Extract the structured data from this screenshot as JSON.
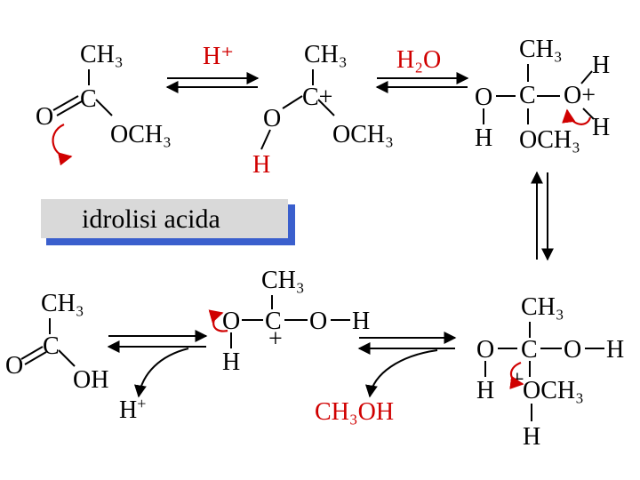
{
  "colors": {
    "text": "#000000",
    "reagent": "#d00000",
    "arrow": "#d00000",
    "box_fill": "#d9d9d9",
    "box_shadow": "#3a5fcd"
  },
  "title": "idrolisi acida",
  "reagents": {
    "h_plus_top": "H⁺",
    "water": "H₂O",
    "h_plus_bottom": "H",
    "h_plus_bottom_sup": "+",
    "methanol": "CH₃OH"
  },
  "atoms": {
    "ch3": "CH₃",
    "c": "C",
    "c_plus": "C+",
    "o": "O",
    "o_plus": "O+",
    "och3": "OCH₃",
    "oh": "OH",
    "h": "H",
    "plus": "+"
  }
}
